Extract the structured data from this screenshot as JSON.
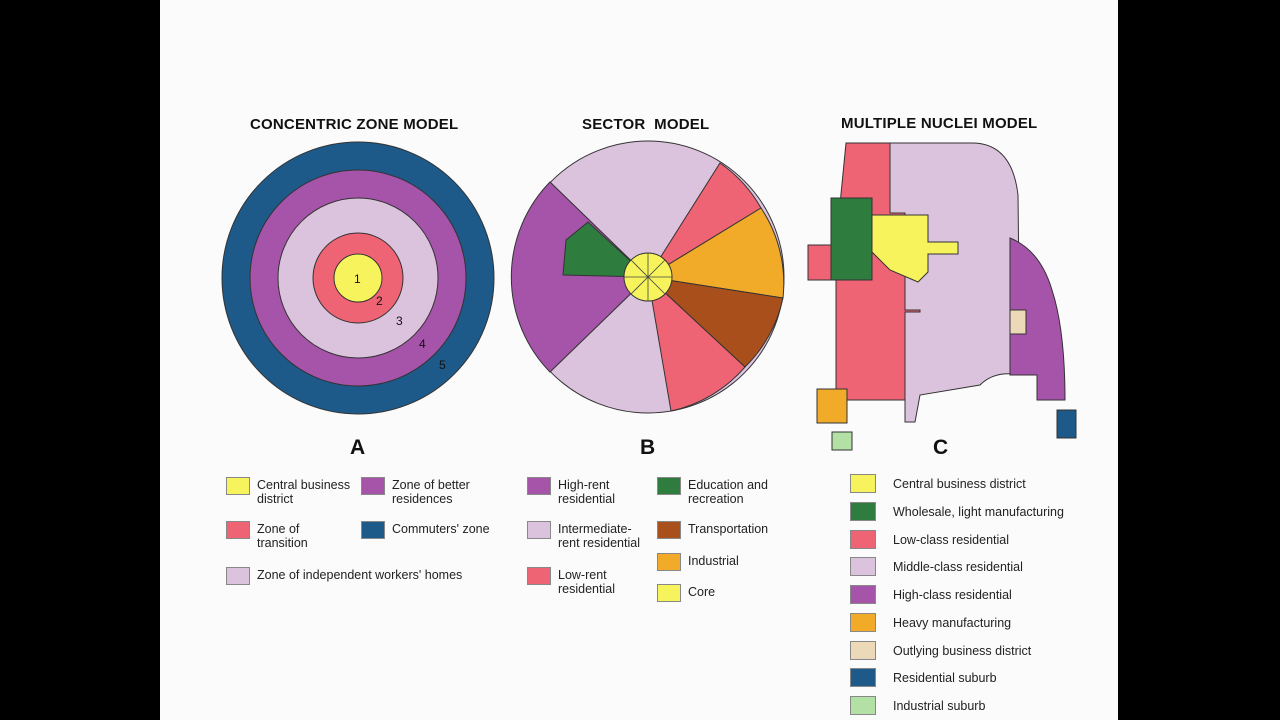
{
  "titles": {
    "concentric": "CONCENTRIC ZONE MODEL",
    "sector": "SECTOR  MODEL",
    "nuclei": "MULTIPLE NUCLEI MODEL"
  },
  "letters": {
    "a": "A",
    "b": "B",
    "c": "C"
  },
  "zone_numbers": [
    "1",
    "2",
    "3",
    "4",
    "5"
  ],
  "colors": {
    "yellow": "#f7f35c",
    "pink": "#ee6474",
    "lavender": "#dcc3dd",
    "purple": "#a653aa",
    "blue": "#1d5a89",
    "green": "#2e7c3e",
    "brown": "#a84f1c",
    "orange": "#f1ab28",
    "tan": "#ebd9b8",
    "lightgreen": "#b3e0a5"
  },
  "legend_a": [
    {
      "label": "Central business district",
      "color": "#f7f35c"
    },
    {
      "label": "Zone of better residences",
      "color": "#a653aa"
    },
    {
      "label": "Zone of transition",
      "color": "#ee6474"
    },
    {
      "label": "Commuters' zone",
      "color": "#1d5a89"
    },
    {
      "label": "Zone of independent workers' homes",
      "color": "#dcc3dd"
    }
  ],
  "legend_b": [
    {
      "label": "High-rent residential",
      "color": "#a653aa"
    },
    {
      "label": "Education and recreation",
      "color": "#2e7c3e"
    },
    {
      "label": "Intermediate-rent residential",
      "color": "#dcc3dd"
    },
    {
      "label": "Transportation",
      "color": "#a84f1c"
    },
    {
      "label": "Industrial",
      "color": "#f1ab28"
    },
    {
      "label": "Low-rent residential",
      "color": "#ee6474"
    },
    {
      "label": "Core",
      "color": "#f7f35c"
    }
  ],
  "legend_c": [
    {
      "label": "Central business district",
      "color": "#f7f35c"
    },
    {
      "label": "Wholesale, light manufacturing",
      "color": "#2e7c3e"
    },
    {
      "label": "Low-class residential",
      "color": "#ee6474"
    },
    {
      "label": "Middle-class residential",
      "color": "#dcc3dd"
    },
    {
      "label": "High-class residential",
      "color": "#a653aa"
    },
    {
      "label": "Heavy manufacturing",
      "color": "#f1ab28"
    },
    {
      "label": "Outlying business district",
      "color": "#ebd9b8"
    },
    {
      "label": "Residential suburb",
      "color": "#1d5a89"
    },
    {
      "label": "Industrial suburb",
      "color": "#b3e0a5"
    }
  ]
}
